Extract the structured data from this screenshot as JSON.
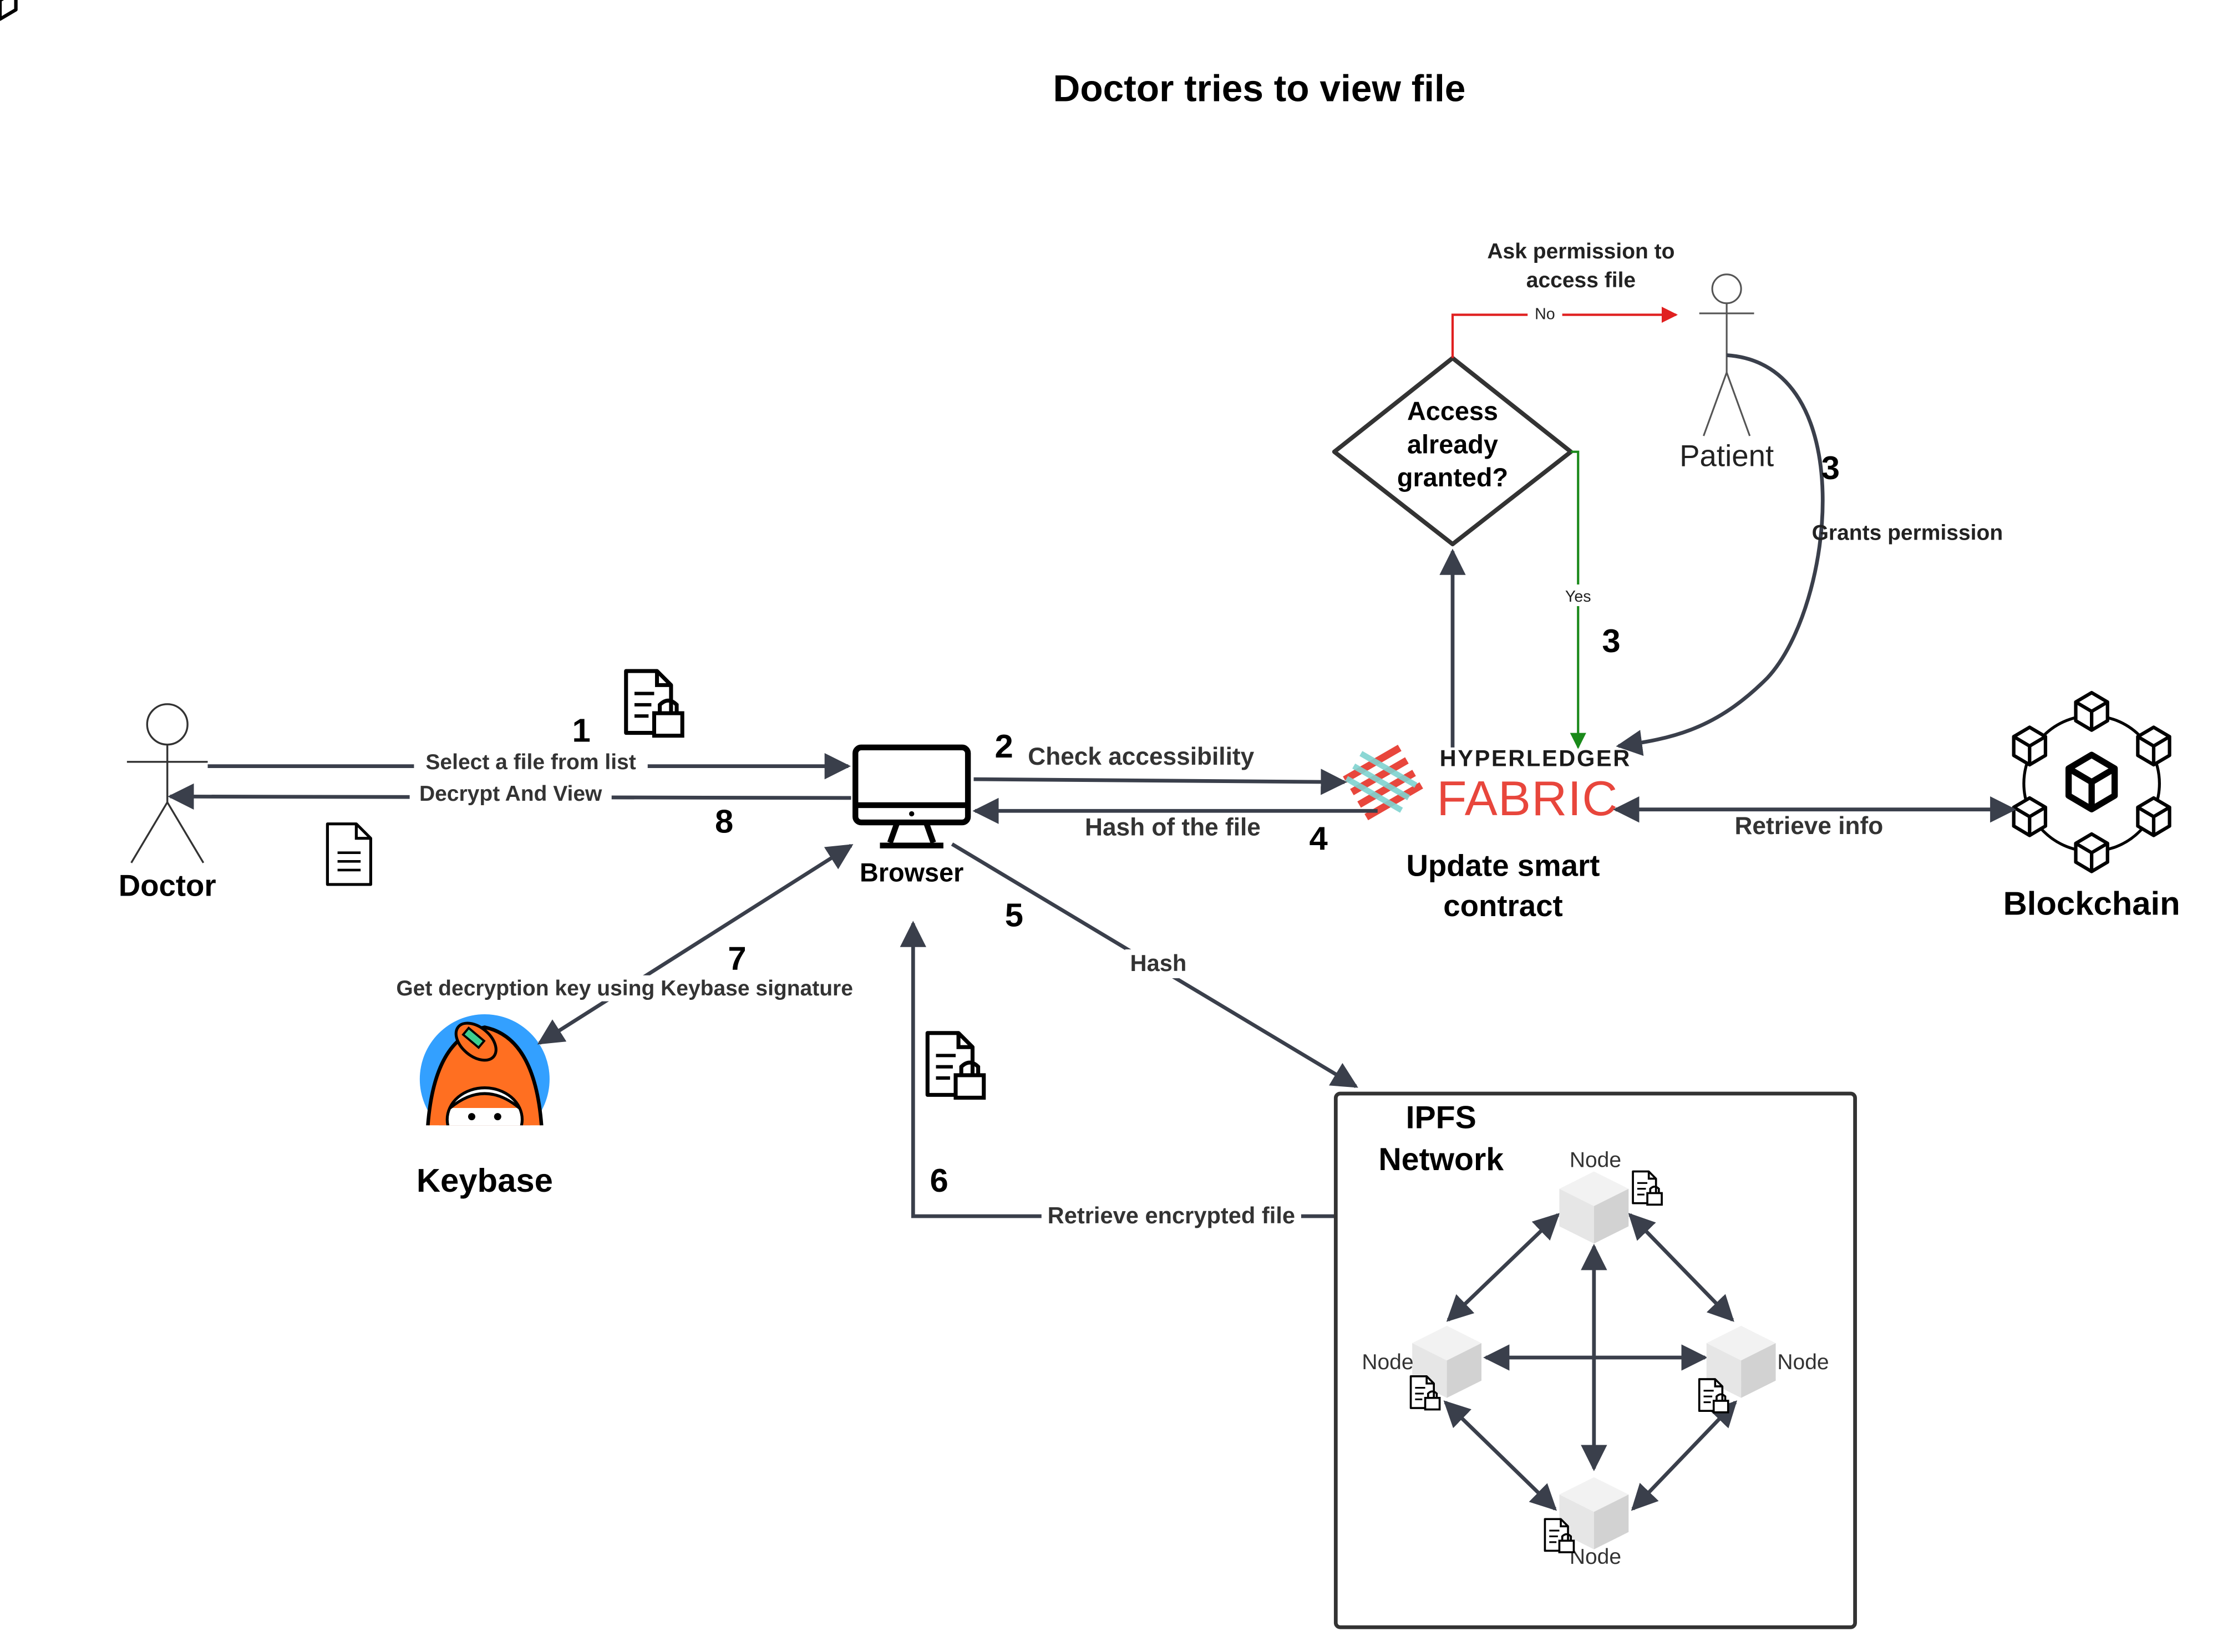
{
  "title": "Doctor tries to view file",
  "actors": {
    "doctor": "Doctor",
    "patient": "Patient",
    "browser": "Browser",
    "keybase": "Keybase",
    "blockchain": "Blockchain",
    "fabric_caption": "Update smart contract",
    "fabric_logo_top": "HYPERLEDGER",
    "fabric_logo_bottom": "FABRIC"
  },
  "decision": {
    "line1": "Access",
    "line2": "already",
    "line3": "granted?",
    "no": "No",
    "yes": "Yes"
  },
  "flow_labels": {
    "select_file": "Select a file from list",
    "decrypt_view": "Decrypt And View",
    "check_access": "Check accessibility",
    "hash_of_file": "Hash of the file",
    "retrieve_info": "Retrieve info",
    "ask_permission_1": "Ask permission to",
    "ask_permission_2": "access file",
    "grants_permission": "Grants permission",
    "hash": "Hash",
    "get_key": "Get decryption key using Keybase signature",
    "retrieve_encrypted": "Retrieve encrypted file"
  },
  "steps": {
    "s1": "1",
    "s2": "2",
    "s3a": "3",
    "s3b": "3",
    "s4": "4",
    "s5": "5",
    "s6": "6",
    "s7": "7",
    "s8": "8"
  },
  "ipfs": {
    "title_line1": "IPFS",
    "title_line2": "Network",
    "node_label": "Node"
  },
  "colors": {
    "line": "#3a3f4b",
    "no_arrow": "#e02020",
    "yes_arrow": "#1a8a1a",
    "fabric_red": "#e8463c",
    "fabric_teal": "#7fd3d0",
    "keybase_blue": "#33a0ff",
    "keybase_orange": "#ff6f21"
  }
}
